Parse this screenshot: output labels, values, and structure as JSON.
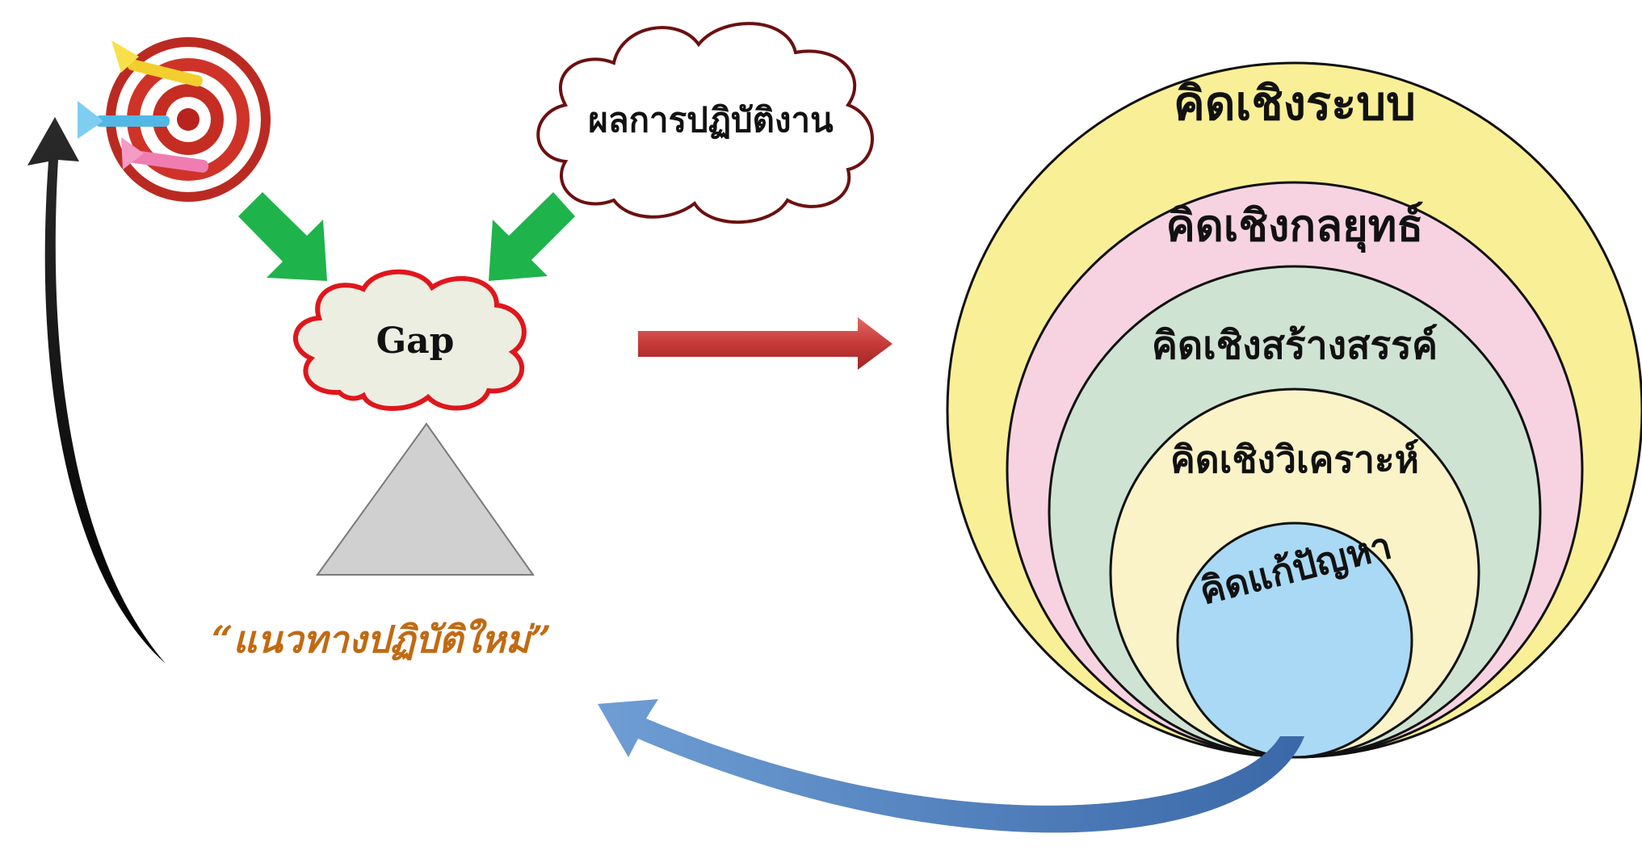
{
  "performance_label": "ผลการปฏิบัติงาน",
  "gap_label": "Gap",
  "new_practice_label": "“แนวทางปฏิบัติใหม่”",
  "thinking_levels": [
    "คิดเชิงระบบ",
    "คิดเชิงกลยุทธ์",
    "คิดเชิงสร้างสรรค์",
    "คิดเชิงวิเคราะห์",
    "คิดแก้ปัญหา"
  ],
  "colors": {
    "ring_systems": "#f9ef96",
    "ring_strategy": "#f7d3e1",
    "ring_creative": "#cfe3d2",
    "ring_analytical": "#fbf3c8",
    "core_problem": "#a9d9f4",
    "gap_cloud_border": "#e0161c",
    "gap_cloud_fill": "#eceee2",
    "performance_cloud_border": "#6b1010",
    "new_practice_text": "#c16a12",
    "green_arrow": "#1fb34b",
    "red_arrow": "#c9403f",
    "blue_arrow": "#4f7fbe",
    "black_arrow": "#000000",
    "triangle": "#d0d0d0"
  },
  "icons": [
    "target-dartboard-icon"
  ]
}
